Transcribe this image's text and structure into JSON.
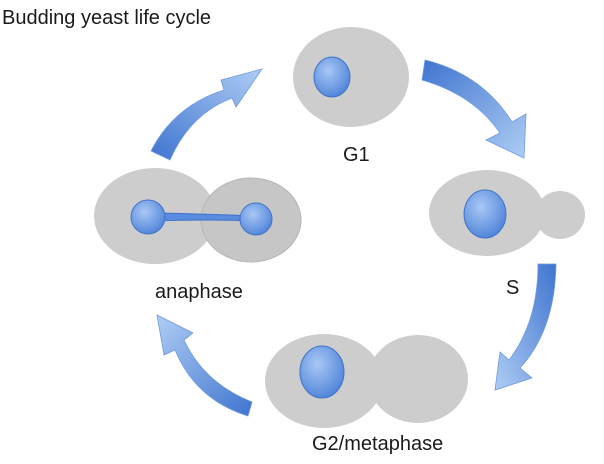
{
  "title": "Budding yeast life cycle",
  "stages": {
    "g1": "G1",
    "s": "S",
    "g2": "G2/metaphase",
    "anaphase": "anaphase"
  },
  "colors": {
    "cell": "#cdcdcd",
    "nucleus_light": "#8fb6ef",
    "nucleus_dark": "#4f83d6",
    "arrow_light": "#a9c8f2",
    "arrow_dark": "#3f74cf"
  },
  "arrows": [
    "arrow-g1-to-s",
    "arrow-s-to-g2",
    "arrow-g2-to-anaphase",
    "arrow-anaphase-to-g1"
  ]
}
